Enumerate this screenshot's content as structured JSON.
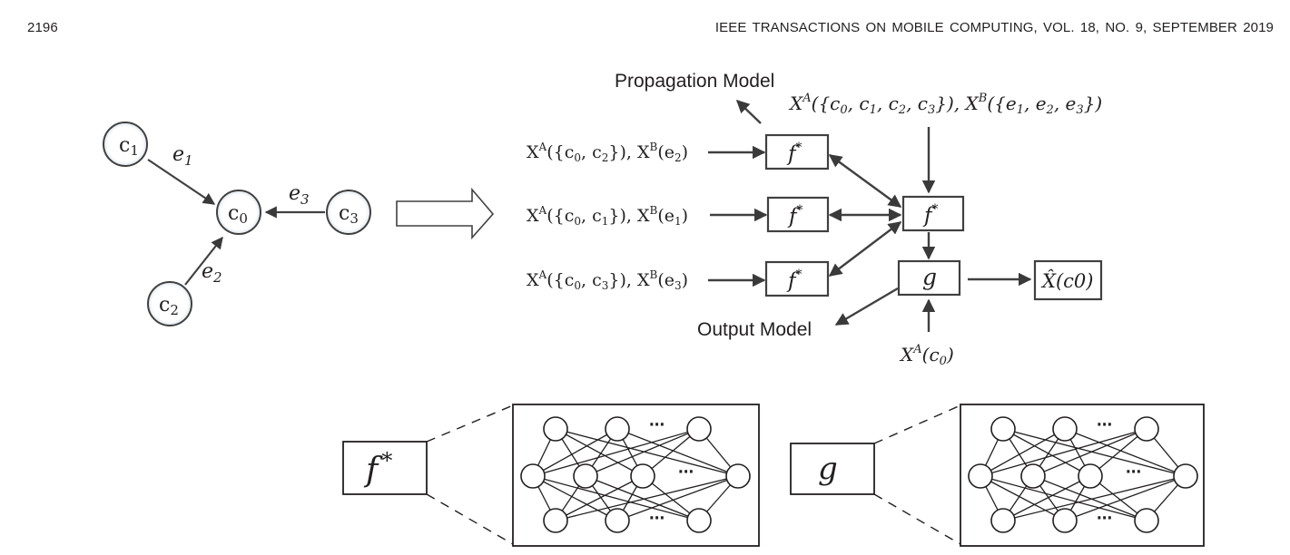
{
  "header": {
    "page_number": "2196",
    "journal": "IEEE TRANSACTIONS ON MOBILE COMPUTING,   VOL. 18,   NO. 9,   SEPTEMBER 2019"
  },
  "graph": {
    "nodes": [
      {
        "id": "c1",
        "base": "c",
        "sub": "1"
      },
      {
        "id": "c0",
        "base": "c",
        "sub": "0"
      },
      {
        "id": "c3",
        "base": "c",
        "sub": "3"
      },
      {
        "id": "c2",
        "base": "c",
        "sub": "2"
      }
    ],
    "edges": [
      {
        "id": "e1",
        "base": "e",
        "sub": "1"
      },
      {
        "id": "e3",
        "base": "e",
        "sub": "3"
      },
      {
        "id": "e2",
        "base": "e",
        "sub": "2"
      }
    ]
  },
  "model": {
    "propagation_label": "Propagation Model",
    "output_label": "Output Model",
    "f_box": "f",
    "f_sup": "*",
    "g_box": "g",
    "inputs": [
      {
        "a_set": "{c",
        "a_sub1": "0",
        "mid": ", c",
        "a_sub2": "2",
        "end": "}), X",
        "e_sub": "2"
      },
      {
        "a_set": "{c",
        "a_sub1": "0",
        "mid": ", c",
        "a_sub2": "1",
        "end": "}), X",
        "e_sub": "1"
      },
      {
        "a_set": "{c",
        "a_sub1": "0",
        "mid": ", c",
        "a_sub2": "3",
        "end": "}), X",
        "e_sub": "3"
      }
    ],
    "x_prefix": "X",
    "sup_a": "A",
    "sup_b": "B",
    "top_input": "X^A({c0, c1, c2, c3}), X^B({e1, e2, e3})",
    "bottom_input": "X^A(c0)",
    "output": "X̂(c0)",
    "c_letter": "c",
    "e_letter": "e",
    "zero": "0",
    "one": "1",
    "two": "2",
    "three": "3"
  },
  "networks": {
    "f_label": "f",
    "f_sup": "*",
    "g_label": "g",
    "ellipsis": "···"
  }
}
